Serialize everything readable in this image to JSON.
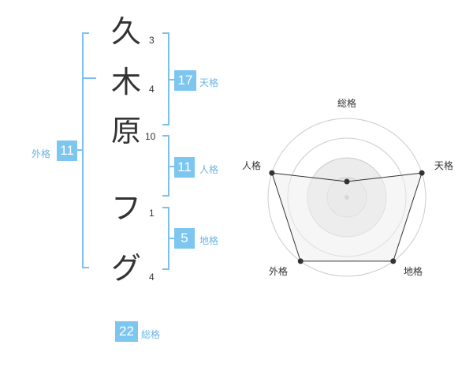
{
  "name": {
    "characters": [
      {
        "char": "久",
        "strokes": "3"
      },
      {
        "char": "木",
        "strokes": "4"
      },
      {
        "char": "原",
        "strokes": "10"
      },
      {
        "char": "フ",
        "strokes": "1"
      },
      {
        "char": "グ",
        "strokes": "4"
      }
    ]
  },
  "fortune": {
    "tenkaku": {
      "value": "17",
      "label": "天格"
    },
    "jinkaku": {
      "value": "11",
      "label": "人格"
    },
    "chikaku": {
      "value": "5",
      "label": "地格"
    },
    "gaikaku": {
      "value": "11",
      "label": "外格"
    },
    "soukaku": {
      "value": "22",
      "label": "総格"
    }
  },
  "chart_data": {
    "type": "radar",
    "axes": [
      "総格",
      "天格",
      "地格",
      "外格",
      "人格"
    ],
    "values": [
      0.2,
      1.0,
      1.0,
      1.0,
      1.0
    ],
    "rings": 4,
    "colors": {
      "fill": "#eeeeee",
      "line": "#333333",
      "ring": "#cccccc",
      "bracket": "#7cc1ed",
      "box": "#7cc6ef"
    }
  }
}
